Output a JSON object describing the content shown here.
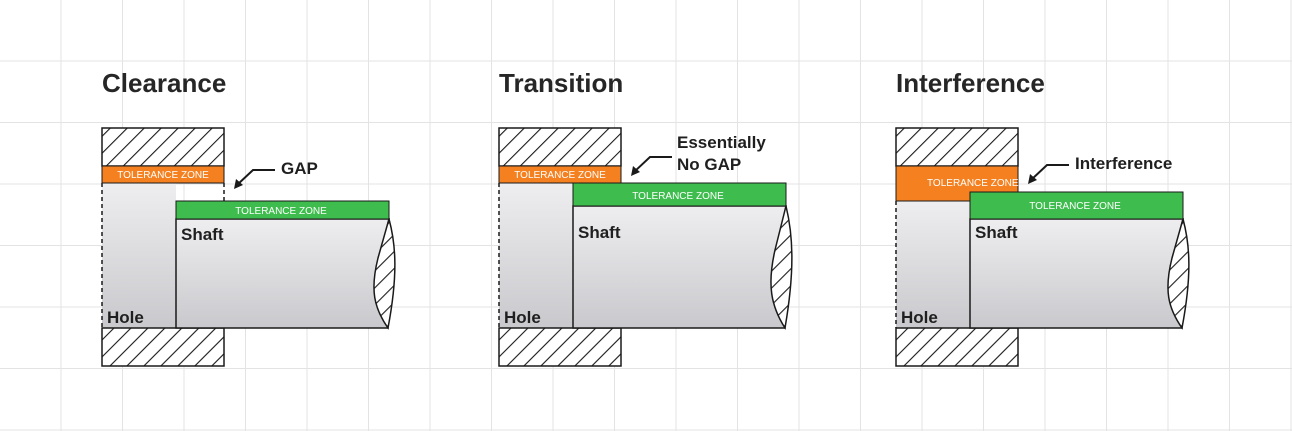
{
  "panels": [
    {
      "title": "Clearance",
      "hole_tolerance_label": "TOLERANCE ZONE",
      "shaft_tolerance_label": "TOLERANCE ZONE",
      "shaft_label": "Shaft",
      "hole_label": "Hole",
      "callout_lines": [
        "GAP"
      ]
    },
    {
      "title": "Transition",
      "hole_tolerance_label": "TOLERANCE ZONE",
      "shaft_tolerance_label": "TOLERANCE ZONE",
      "shaft_label": "Shaft",
      "hole_label": "Hole",
      "callout_lines": [
        "Essentially",
        "No GAP"
      ]
    },
    {
      "title": "Interference",
      "hole_tolerance_label": "TOLERANCE ZONE",
      "shaft_tolerance_label": "TOLERANCE ZONE",
      "shaft_label": "Shaft",
      "hole_label": "Hole",
      "callout_lines": [
        "Interference"
      ]
    }
  ],
  "colors": {
    "hole_tolerance": "#f5801f",
    "shaft_tolerance": "#3ebd4e",
    "outline": "#1a1a1a",
    "body_fill_top": "#eeeef0",
    "body_fill_bottom": "#c9c9cd",
    "hatch": "#1a1a1a"
  }
}
